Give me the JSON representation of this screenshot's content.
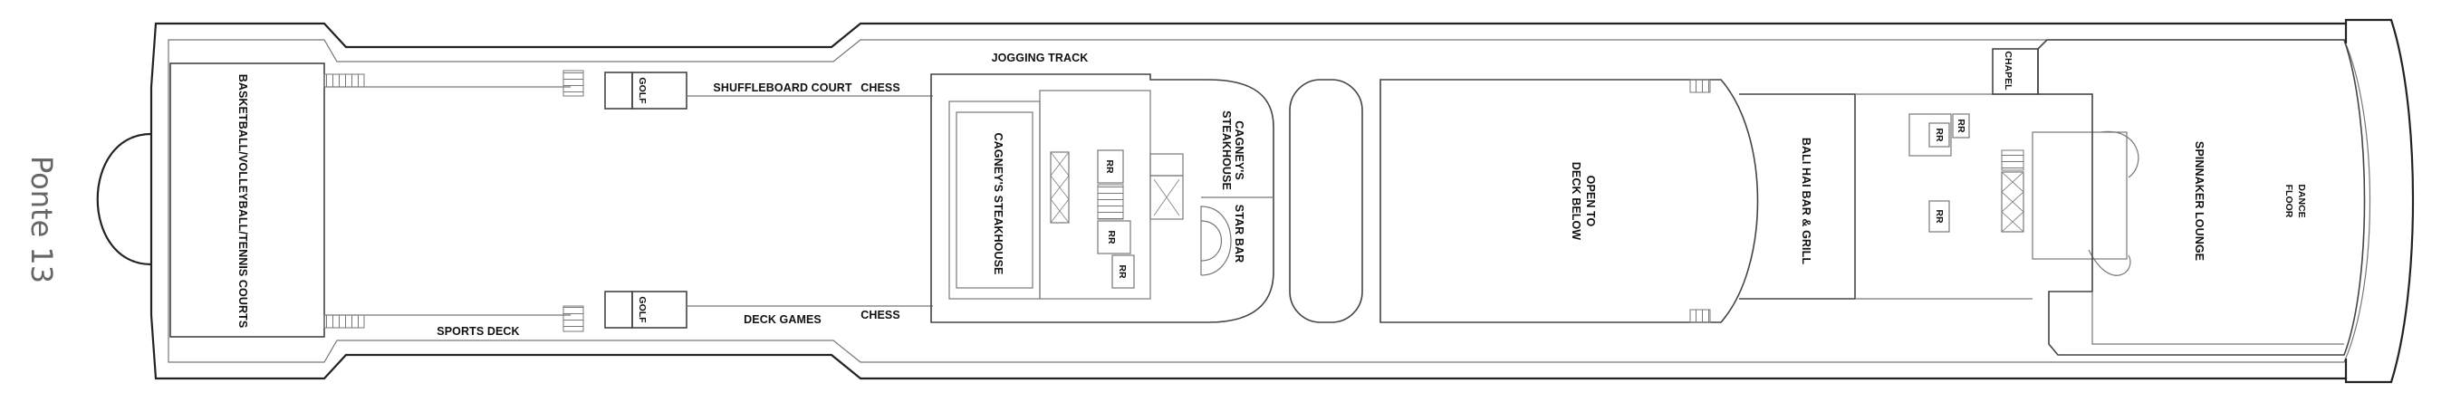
{
  "deck": {
    "title": "Ponte 13"
  },
  "labels": {
    "courts": "BASKETBALL/VOLLEYBALL/TENNIS COURTS",
    "sports_deck": "SPORTS DECK",
    "golf": "GOLF",
    "shuffleboard": "SHUFFLEBOARD COURT",
    "chess": "CHESS",
    "deck_games": "DECK GAMES",
    "jogging_track": "JOGGING TRACK",
    "cagneys_steakhouse": "CAGNEY'S STEAKHOUSE",
    "cagneys_line1": "CAGNEY'S",
    "cagneys_line2": "STEAKHOUSE",
    "rr": "RR",
    "star_bar": "STAR BAR",
    "open_line1": "OPEN TO",
    "open_line2": "DECK BELOW",
    "bali_hai": "BALI HAI BAR & GRILL",
    "chapel": "CHAPEL",
    "spinnaker": "SPINNAKER LOUNGE",
    "dance_line1": "DANCE",
    "dance_line2": "FLOOR"
  }
}
